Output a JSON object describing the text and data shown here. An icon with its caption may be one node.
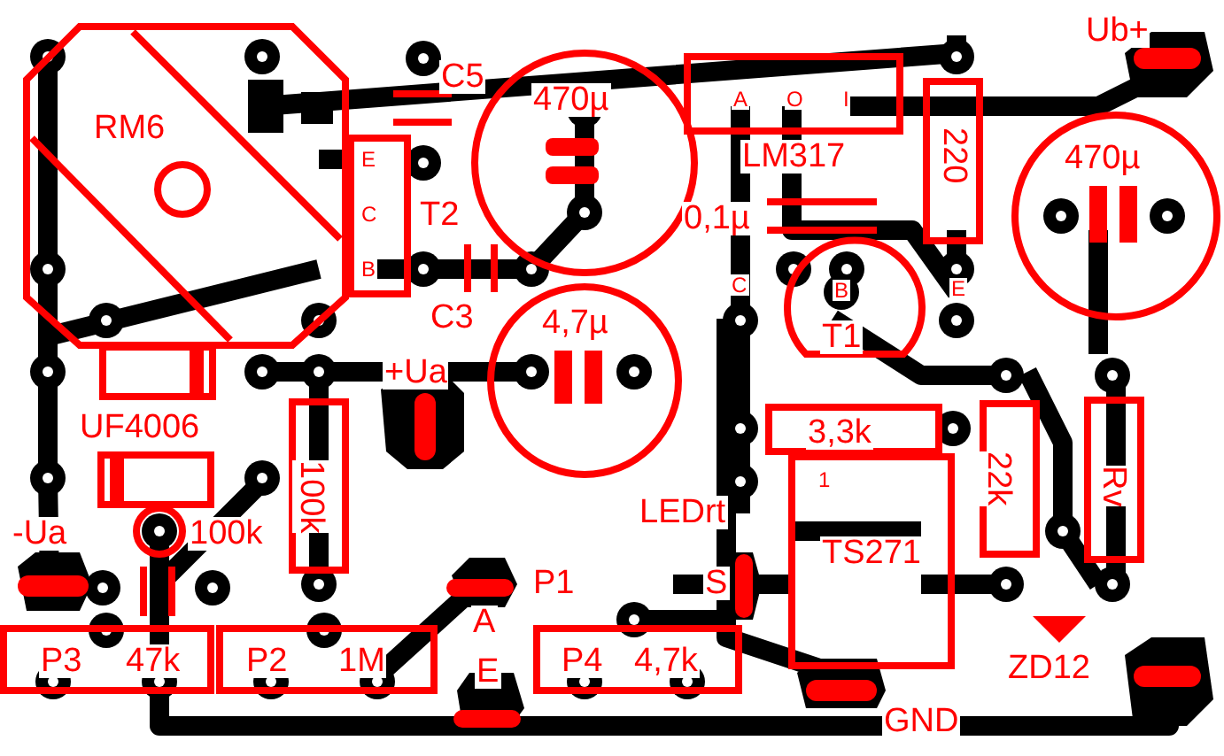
{
  "diagram": {
    "labels": [
      "Ub+",
      "C5",
      "470µ",
      "A",
      "O",
      "I",
      "RM6",
      "LM317",
      "220",
      "470µ",
      "T2",
      "0,1µ",
      "E",
      "C",
      "B",
      "C",
      "B",
      "E",
      "T1",
      "C3",
      "4,7µ",
      "+Ua",
      "UF4006",
      "3,3k",
      "100k",
      "22k",
      "Rv",
      "1",
      "LEDrt",
      "-Ua",
      "100k",
      "P1",
      "S",
      "TS271",
      "A",
      "E",
      "P3",
      "47k",
      "P2",
      "1M",
      "P4",
      "4,7k",
      "ZD12",
      "GND"
    ]
  }
}
